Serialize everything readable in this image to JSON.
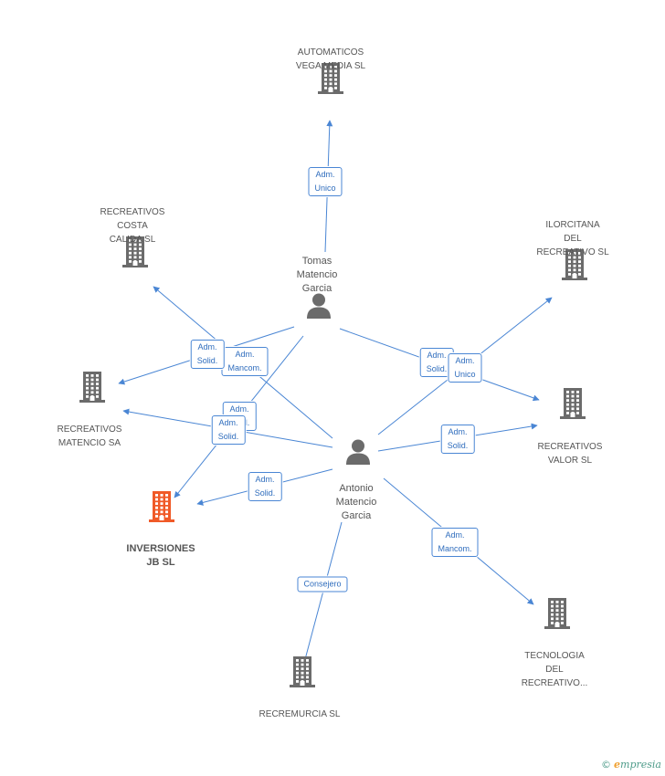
{
  "colors": {
    "edge": "#4a86d4",
    "building": "#6b6b6b",
    "focus": "#f05a28",
    "person": "#6b6b6b"
  },
  "nodes": [
    {
      "id": "automaticos",
      "type": "company",
      "label": "AUTOMATICOS\nVEGA MEDIA SL",
      "icon": "building-icon"
    },
    {
      "id": "recreativos_costa",
      "type": "company",
      "label": "RECREATIVOS\nCOSTA\nCALIDA SL",
      "icon": "building-icon"
    },
    {
      "id": "ilorcitana",
      "type": "company",
      "label": "ILORCITANA\nDEL\nRECREATIVO SL",
      "icon": "building-icon"
    },
    {
      "id": "tomas",
      "type": "person",
      "label": "Tomas\nMatencio\nGarcia",
      "icon": "person-icon"
    },
    {
      "id": "recreativos_matencio",
      "type": "company",
      "label": "RECREATIVOS\nMATENCIO SA",
      "icon": "building-icon"
    },
    {
      "id": "recreativos_valor",
      "type": "company",
      "label": "RECREATIVOS\nVALOR SL",
      "icon": "building-icon"
    },
    {
      "id": "antonio",
      "type": "person",
      "label": "Antonio\nMatencio\nGarcia",
      "icon": "person-icon"
    },
    {
      "id": "inversiones",
      "type": "focus",
      "label": "INVERSIONES\nJB SL",
      "icon": "building-icon"
    },
    {
      "id": "tecnologia",
      "type": "company",
      "label": "TECNOLOGIA\nDEL\nRECREATIVO...",
      "icon": "building-icon"
    },
    {
      "id": "recremurcia",
      "type": "company",
      "label": "RECREMURCIA SL",
      "icon": "building-icon"
    }
  ],
  "edges": [
    {
      "from": "tomas",
      "to": "automaticos",
      "label": "Adm.\nUnico"
    },
    {
      "from": "tomas",
      "to": "recreativos_matencio",
      "label": "Adm.\nMancom."
    },
    {
      "from": "tomas",
      "to": "inversiones",
      "label": "Adm.\nSolid."
    },
    {
      "from": "tomas",
      "to": "recreativos_valor",
      "label": "Adm.\nSolid."
    },
    {
      "from": "antonio",
      "to": "recreativos_costa",
      "label": "Adm.\nSolid."
    },
    {
      "from": "antonio",
      "to": "recreativos_matencio",
      "label": "Adm.\nSolid."
    },
    {
      "from": "antonio",
      "to": "inversiones",
      "label": "Adm.\nSolid."
    },
    {
      "from": "antonio",
      "to": "ilorcitana",
      "label": "Adm.\nUnico"
    },
    {
      "from": "antonio",
      "to": "recreativos_valor",
      "label": "Adm.\nSolid."
    },
    {
      "from": "antonio",
      "to": "tecnologia",
      "label": "Adm.\nMancom."
    },
    {
      "from": "antonio",
      "to": "recremurcia",
      "label": "Consejero"
    }
  ],
  "footer": {
    "copyright": "©",
    "brand_e": "e",
    "brand_rest": "mpresia"
  }
}
